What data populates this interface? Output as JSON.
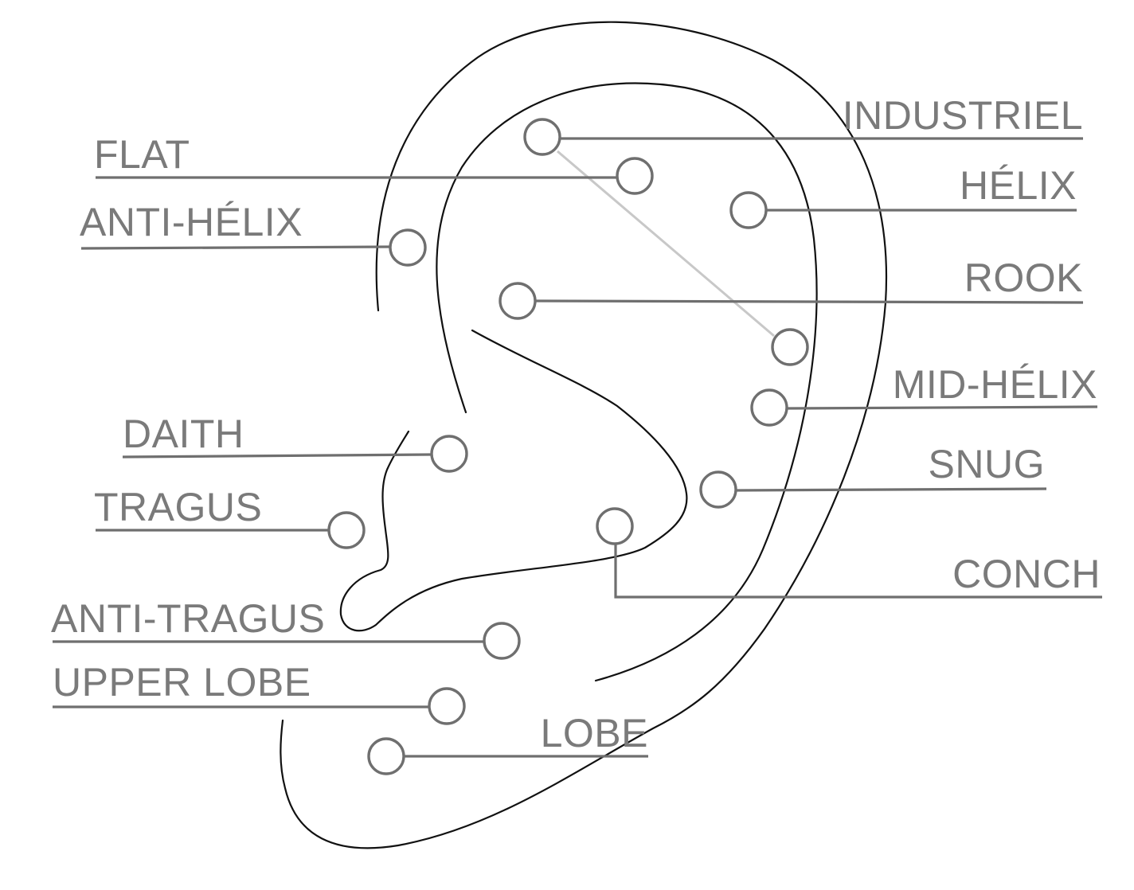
{
  "labels": {
    "industriel": "INDUSTRIEL",
    "flat": "FLAT",
    "helix": "HÉLIX",
    "anti_helix": "ANTI-HÉLIX",
    "rook": "ROOK",
    "mid_helix": "MID-HÉLIX",
    "daith": "DAITH",
    "snug": "SNUG",
    "tragus": "TRAGUS",
    "conch": "CONCH",
    "anti_tragus": "ANTI-TRAGUS",
    "upper_lobe": "UPPER LOBE",
    "lobe": "LOBE"
  },
  "colors": {
    "outline": "#111111",
    "label": "#7a7a7a",
    "marker": "#6f6f6f",
    "industrial_bar": "#c8c8c8"
  }
}
